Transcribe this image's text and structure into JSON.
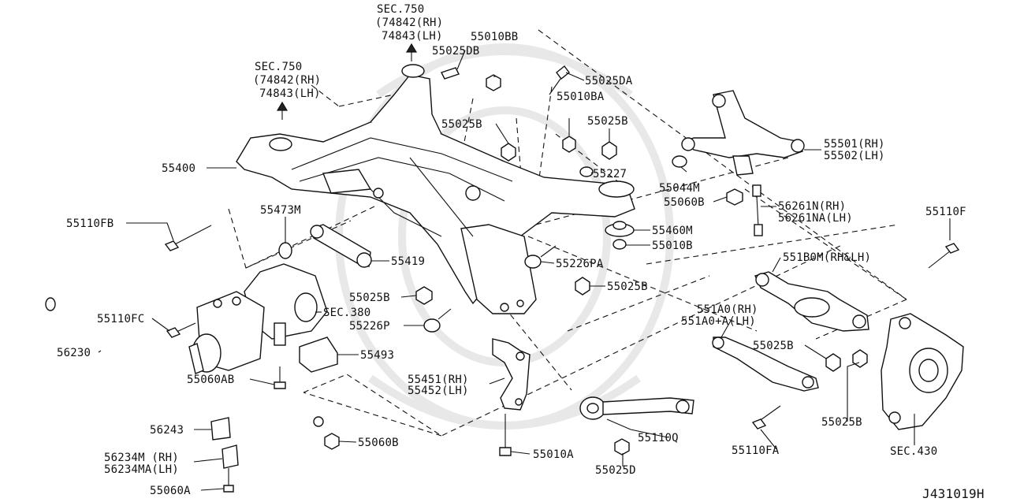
{
  "diagram": {
    "code": "J431019H",
    "sections": {
      "sec750_a": {
        "line1": "SEC.750",
        "line2": "(74842(RH)",
        "line3": "74843(LH)"
      },
      "sec750_b": {
        "line1": "SEC.750",
        "line2": "(74842(RH)",
        "line3": "74843(LH)"
      },
      "sec380": "SEC.380",
      "sec430": "SEC.430"
    },
    "labels": {
      "p55010BB": "55010BB",
      "p55025DB": "55025DB",
      "p55025DA": "55025DA",
      "p55010BA": "55010BA",
      "p55025B_top": "55025B",
      "p55025B_right": "55025B",
      "p55227": "55227",
      "p55400": "55400",
      "p55501": "55501(RH)",
      "p55502": "55502(LH)",
      "p55044M": "55044M",
      "p55060B_top": "55060B",
      "p56261N": "56261N(RH)",
      "p56261NA": "56261NA(LH)",
      "p55110FB": "55110FB",
      "p55473M": "55473M",
      "p55460M": "55460M",
      "p55010B": "55010B",
      "p55110F": "55110F",
      "p55419": "55419",
      "p55226PA": "55226PA",
      "p551B0M": "551B0M(RH&LH)",
      "p55025B_mid": "55025B",
      "p55025B_left": "55025B",
      "p55110FC": "55110FC",
      "p551A0": "551A0(RH)",
      "p551A0A": "551A0+A(LH)",
      "p55226P": "55226P",
      "p55025B_knuckle": "55025B",
      "p56230": "56230",
      "p55493": "55493",
      "p55451": "55451(RH)",
      "p55452": "55452(LH)",
      "p55060AB": "55060AB",
      "p56243": "56243",
      "p55060B_bottom": "55060B",
      "p55110Q": "55110Q",
      "p55110FA": "55110FA",
      "p55025B_bottom": "55025B",
      "p56234M": "56234M (RH)",
      "p56234MA": "56234MA(LH)",
      "p55010A": "55010A",
      "p55025D": "55025D",
      "p55060A": "55060A"
    }
  }
}
